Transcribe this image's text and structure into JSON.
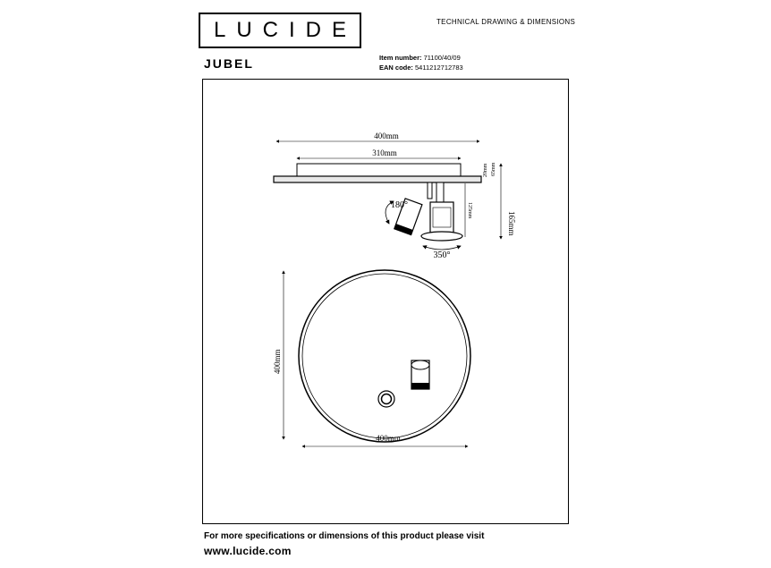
{
  "brand": {
    "logo_text": "LUCIDE"
  },
  "header": {
    "doc_title": "TECHNICAL DRAWING & DIMENSIONS"
  },
  "product": {
    "name": "JUBEL",
    "item_number_label": "Item number:",
    "item_number": "71100/40/09",
    "ean_label": "EAN code:",
    "ean": "5411212712783"
  },
  "drawing": {
    "side_view": {
      "width_total": "400mm",
      "width_plate": "310mm",
      "plate_thickness": "20mm",
      "height_total": "165mm",
      "small_dim": "65mm",
      "spot_height": "125mm",
      "tilt": "180°",
      "rotation": "350°"
    },
    "top_view": {
      "diameter_h": "400mm",
      "diameter_v": "400mm"
    }
  },
  "footer": {
    "line1": "For more specifications or dimensions of this product please visit",
    "line2": "www.lucide.com"
  }
}
